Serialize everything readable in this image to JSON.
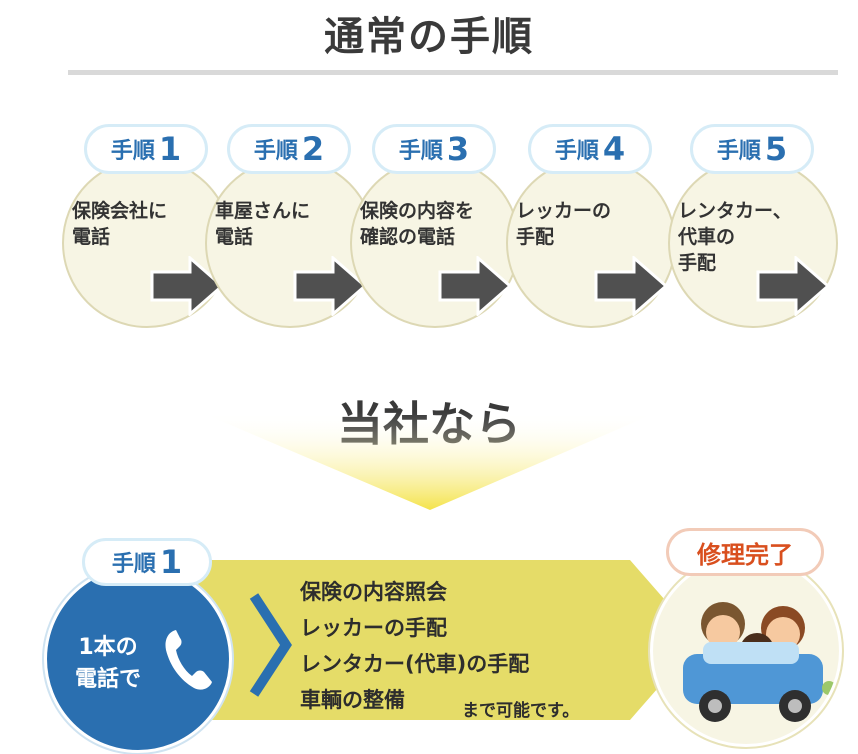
{
  "header": {
    "title": "通常の手順"
  },
  "steps": [
    {
      "word": "手順",
      "num": "1",
      "text": "保険会社に\n電話"
    },
    {
      "word": "手順",
      "num": "2",
      "text": "車屋さんに\n電話"
    },
    {
      "word": "手順",
      "num": "3",
      "text": "保険の内容を\n確認の電話"
    },
    {
      "word": "手順",
      "num": "4",
      "text": "レッカーの\n手配"
    },
    {
      "word": "手順",
      "num": "5",
      "text": "レンタカー、\n代車の\n手配"
    }
  ],
  "company": {
    "title": "当社なら",
    "badge_word": "手順",
    "badge_num": "1",
    "call_label": "1本の\n電話で",
    "services": [
      "保険の内容照会",
      "レッカーの手配",
      "レンタカー(代車)の手配",
      "車輌の整備"
    ],
    "tail": "まで可能です。",
    "done_label": "修理完了"
  },
  "colors": {
    "accent_blue": "#2a6fb0",
    "band_yellow": "#e5dc68",
    "done_orange": "#d94f1e",
    "arrow_gray": "#505050"
  },
  "icons": {
    "arrow": "arrow-right-icon",
    "phone": "phone-icon",
    "chevron": "chevron-right-icon"
  }
}
